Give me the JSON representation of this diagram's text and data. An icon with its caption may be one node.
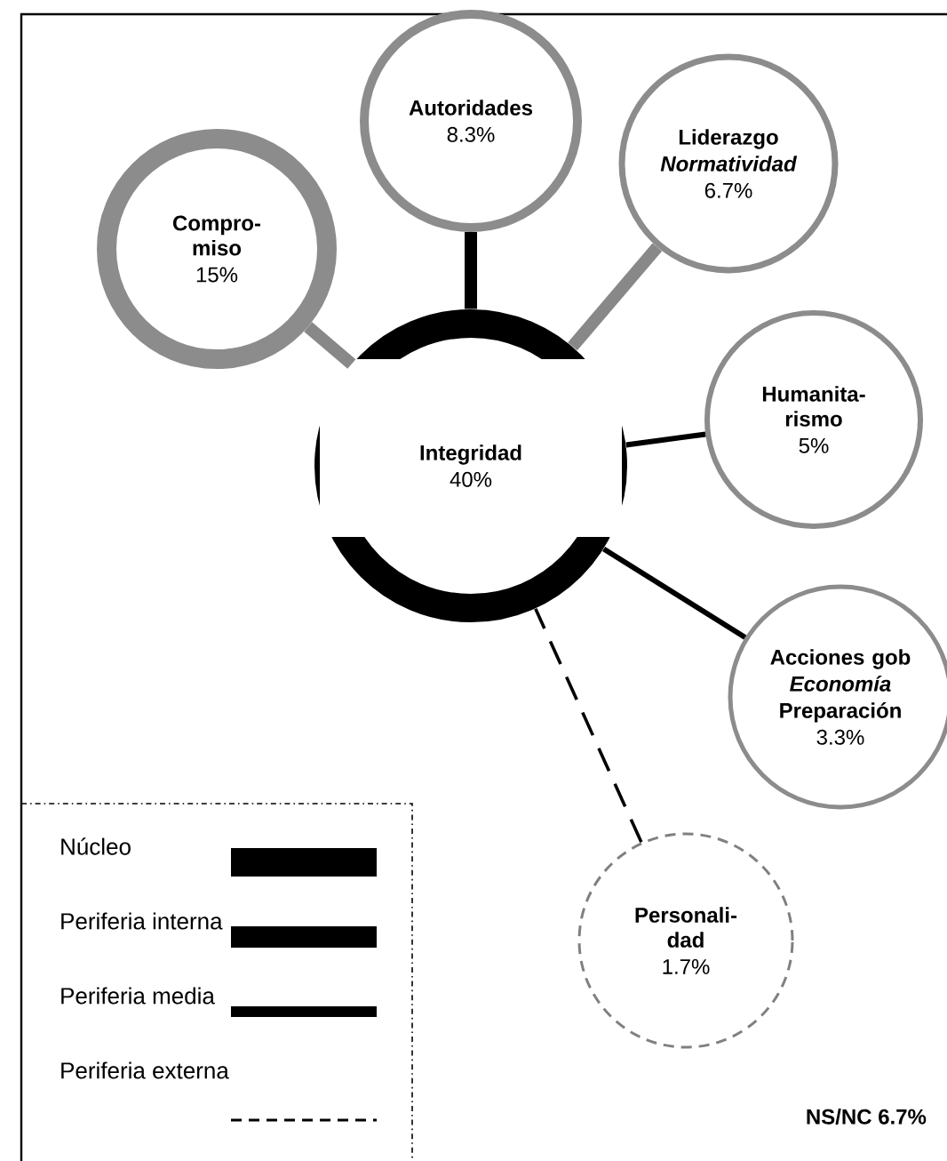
{
  "diagram": {
    "nodes": [
      {
        "text": [
          "Integridad",
          "40%"
        ]
      },
      {
        "text": [
          "Autoridades",
          "8.3%"
        ]
      },
      {
        "text": [
          "Liderazgo",
          "Normatividad",
          "6.7%"
        ]
      },
      {
        "text": [
          "Compro- miso",
          "15%"
        ]
      },
      {
        "text": [
          "Humanita- rismo",
          "5%"
        ]
      },
      {
        "text": [
          "Acciones gob",
          "Economía",
          "Preparación",
          "3.3%"
        ]
      },
      {
        "text": [
          "Personali- dad",
          "1.7%"
        ]
      }
    ],
    "edges": [
      {
        "from": 1,
        "to": 0,
        "arrow": "none",
        "style": "thick"
      },
      {
        "from": 2,
        "to": 0,
        "arrow": "none",
        "style": "thick",
        "color": "#888888"
      },
      {
        "from": 3,
        "to": 0,
        "arrow": "none",
        "style": "thick",
        "color": "#888888"
      },
      {
        "from": 4,
        "to": 0,
        "arrow": "none"
      },
      {
        "from": 5,
        "to": 0,
        "arrow": "none"
      },
      {
        "from": 6,
        "to": 0,
        "arrow": "none",
        "style": "dashed"
      }
    ],
    "labels": [
      "NS/NC 6.7%"
    ],
    "legend": [
      {
        "text": "Núcleo"
      },
      {
        "text": "Periferia interna"
      },
      {
        "text": "Periferia media"
      },
      {
        "text": "Periferia externa"
      }
    ]
  }
}
